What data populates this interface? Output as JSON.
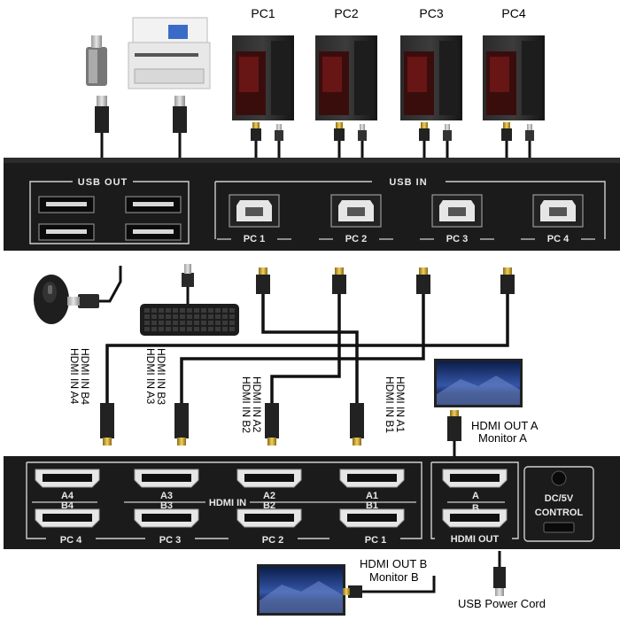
{
  "pc_labels": [
    "PC1",
    "PC2",
    "PC3",
    "PC4"
  ],
  "usb_panel": {
    "usb_out_title": "USB OUT",
    "usb_in_title": "USB IN",
    "port_labels": [
      "PC 1",
      "PC 2",
      "PC 3",
      "PC 4"
    ]
  },
  "hdmi_in_labels": [
    "HDMI IN B4",
    "HDMI IN A4",
    "HDMI IN B3",
    "HDMI IN A3",
    "HDMI IN A2",
    "HDMI IN B2",
    "HDMI IN A1",
    "HDMI IN B1"
  ],
  "monitor_a": {
    "line1": "HDMI OUT A",
    "line2": "Monitor A"
  },
  "monitor_b": {
    "line1": "HDMI OUT B",
    "line2": "Monitor B"
  },
  "power_cord_label": "USB Power Cord",
  "hdmi_panel": {
    "hdmi_in_title": "HDMI IN",
    "pc_groups": [
      "PC 4",
      "PC 3",
      "PC 2",
      "PC 1"
    ],
    "port_top_labels": [
      "A4",
      "A3",
      "A2",
      "A1"
    ],
    "port_bottom_labels": [
      "B4",
      "B3",
      "B2",
      "B1"
    ],
    "out_top": "A",
    "out_bottom": "B",
    "hdmi_out_title": "HDMI OUT",
    "dc_label": "DC/5V",
    "control_label": "CONTROL"
  },
  "colors": {
    "panel": "#1b1b1b",
    "panel_line": "#cfcfcf",
    "cable": "#111111",
    "gold": "#c9a227"
  }
}
